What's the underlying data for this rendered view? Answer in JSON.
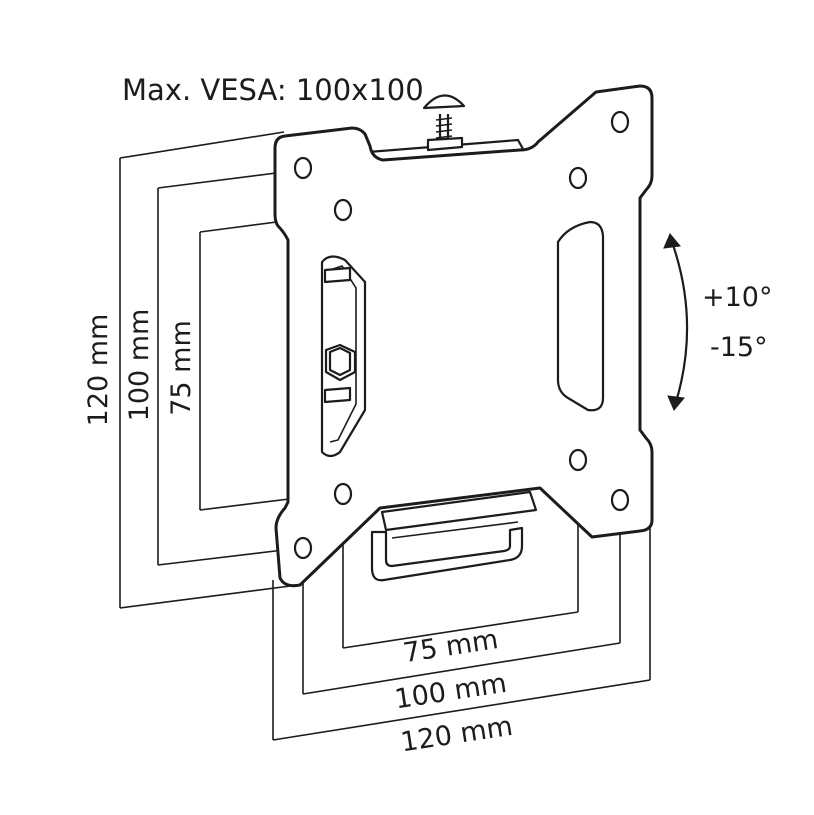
{
  "title": "Max. VESA: 100x100",
  "dimensions": {
    "horizontal": {
      "inner": "75 mm",
      "middle": "100 mm",
      "outer": "120 mm"
    },
    "vertical": {
      "inner": "75 mm",
      "middle": "100 mm",
      "outer": "120 mm"
    }
  },
  "tilt": {
    "up": "+10°",
    "down": "-15°"
  },
  "colors": {
    "line": "#1c1c1c",
    "background": "#ffffff"
  }
}
